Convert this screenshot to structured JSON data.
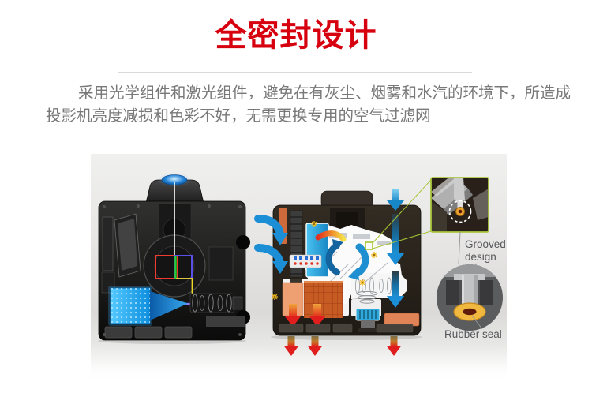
{
  "header": {
    "title": "全密封设计",
    "title_color": "#d7000f"
  },
  "description": {
    "line1": "采用光学组件和激光组件，避免在有灰尘、烟雾和水汽的环境下，所造成",
    "line2": "投影机亮度减损和色彩不好，无需更换专用的空气过滤网",
    "text_color": "#787878"
  },
  "figure": {
    "labels": {
      "grooved_design": "Grooved design",
      "rubber_seal": "Rubber seal"
    },
    "colors": {
      "airflow_blue": "#1b8ed6",
      "exhaust_red": "#e01e1e",
      "heatsink_orange": "#c75b24",
      "laser_bank_cyan": "#29b6f6",
      "callout_green": "#a6c534",
      "rubber_seal_yellow": "#f0b83e",
      "label_gray": "#55565a",
      "light_path_red": "#ee3b30",
      "light_path_green": "#25d02d",
      "light_path_blue": "#5a4fe8",
      "light_path_yellow": "#ecd829"
    }
  }
}
